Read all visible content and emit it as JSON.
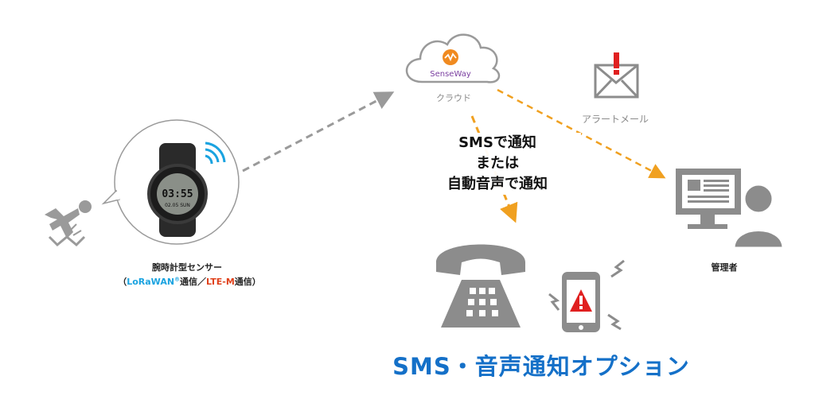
{
  "cloud": {
    "brand": "SenseWay",
    "label": "クラウド"
  },
  "alert_mail": {
    "label": "アラートメール"
  },
  "notification": {
    "line1": "SMSで通知",
    "line2": "または",
    "line3": "自動音声で通知"
  },
  "sensor": {
    "title": "腕時計型センサー",
    "sub_open": "（",
    "lorawan": "LoRaWAN",
    "reg": "®",
    "sub_mid": "通信／",
    "ltem": "LTE-M",
    "sub_close": "通信）",
    "watch_time": "03:55",
    "watch_date": "02.05 SUN"
  },
  "admin": {
    "label": "管理者"
  },
  "option_title": "SMS・音声通知オプション",
  "colors": {
    "arrow_gray": "#9a9a9a",
    "arrow_orange": "#f0a020",
    "icon_gray": "#8c8c8c",
    "accent_blue": "#1470c8",
    "wifi_blue": "#1aa3e0",
    "alert_red": "#e02020"
  }
}
